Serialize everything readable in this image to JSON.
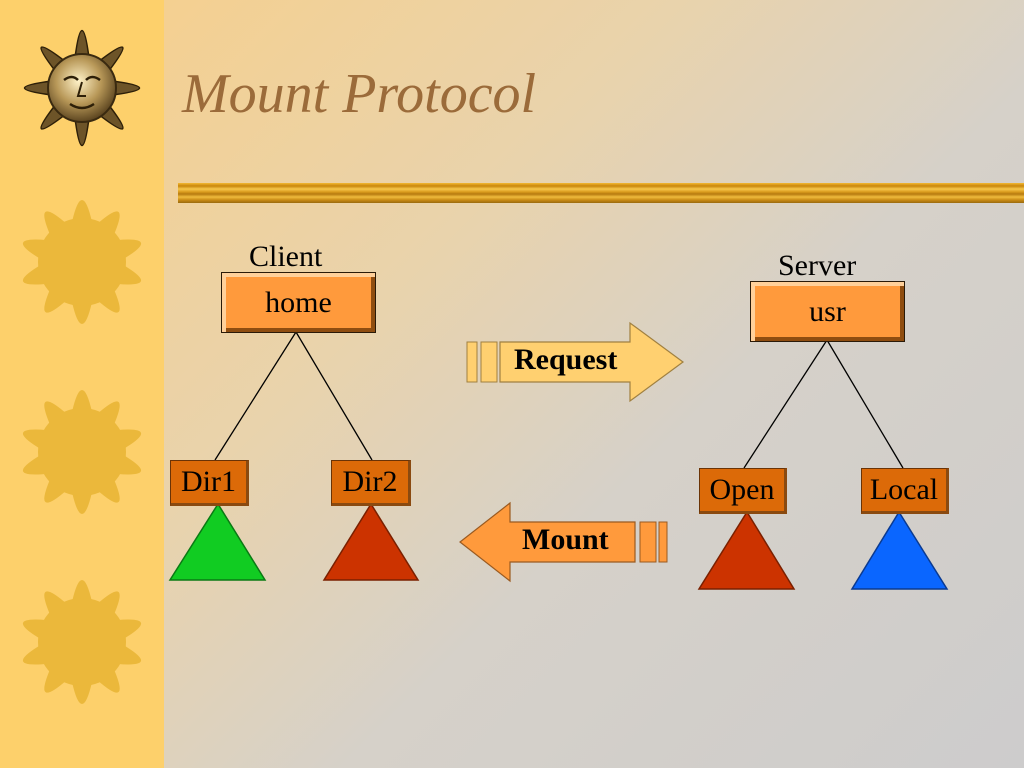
{
  "slide": {
    "title": "Mount Protocol"
  },
  "client": {
    "caption": "Client",
    "root": "home",
    "children": [
      "Dir1",
      "Dir2"
    ]
  },
  "server": {
    "caption": "Server",
    "root": "usr",
    "children": [
      "Open",
      "Local"
    ]
  },
  "arrows": {
    "request_label": "Request",
    "mount_label": "Mount"
  },
  "colors": {
    "title": "#9b6b3a",
    "node_fill": "#ff9a3c",
    "dir_fill": "#dc6a08",
    "request_arrow": "#ffd070",
    "mount_arrow": "#ff9a3c",
    "triangle_dir1": "#11cc22",
    "triangle_dir2": "#cc3300",
    "triangle_open": "#cc3300",
    "triangle_local": "#0a66ff"
  }
}
